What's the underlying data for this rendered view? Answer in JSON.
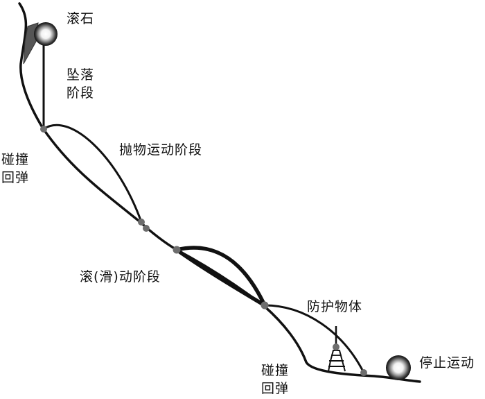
{
  "labels": {
    "rockfall": "滚石",
    "fall_stage_l1": "坠落",
    "fall_stage_l2": "阶段",
    "projectile_stage": "抛物运动阶段",
    "collision_left_l1": "碰撞",
    "collision_left_l2": "回弹",
    "rolling_stage": "滚(滑)动阶段",
    "protective_object": "防护物体",
    "collision_bottom_l1": "碰撞",
    "collision_bottom_l2": "回弹",
    "stop_motion": "停止运动"
  },
  "colors": {
    "line": "#111111",
    "rock_fill": "#555555",
    "node": "#6d6d6d",
    "ball_center": "#ffffff",
    "ball_edge": "#1a1a1a"
  }
}
